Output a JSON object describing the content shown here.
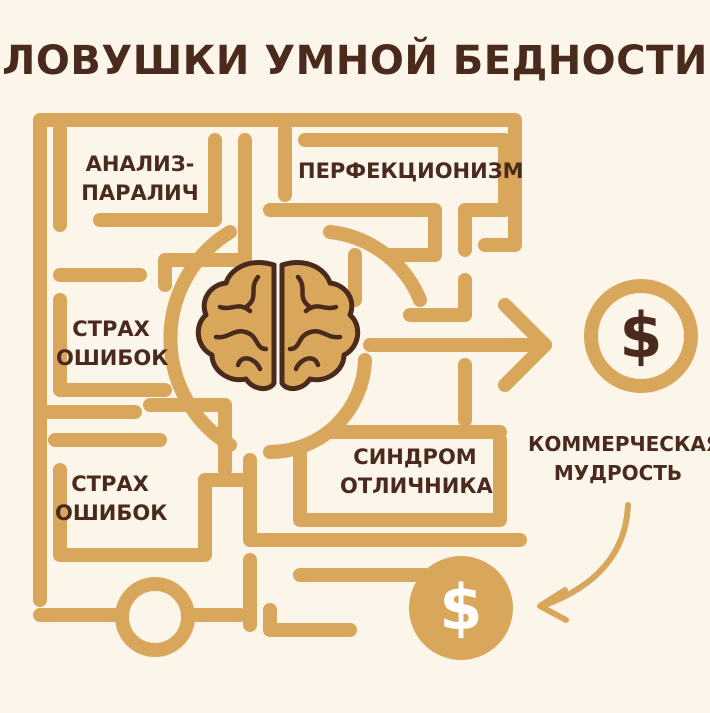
{
  "title": "ЛОВУШКИ УМНОЙ БЕДНОСТИ",
  "traps": [
    {
      "line1": "АНАЛИЗ-",
      "line2": "ПАРАЛИЧ"
    },
    {
      "line1": "ПЕРФЕКЦИОНИЗМ",
      "line2": ""
    },
    {
      "line1": "СТРАХ",
      "line2": "ОШИБОК"
    },
    {
      "line1": "СТРАХ",
      "line2": "ОШИБОК"
    },
    {
      "line1": "СИНДРОМ",
      "line2": "ОТЛИЧНИКА"
    }
  ],
  "outcome": {
    "line1": "КОММЕРЧЕСКАЯ",
    "line2": "МУДРОСТЬ"
  },
  "dollar_symbol": "$",
  "colors": {
    "maze": "#d9a75c",
    "text": "#4a2a1c",
    "background": "#fcf6ea",
    "brain": "#d9a75c"
  },
  "icons": [
    "brain-icon",
    "dollar-coin-icon",
    "key-icon",
    "arrow-icon"
  ]
}
